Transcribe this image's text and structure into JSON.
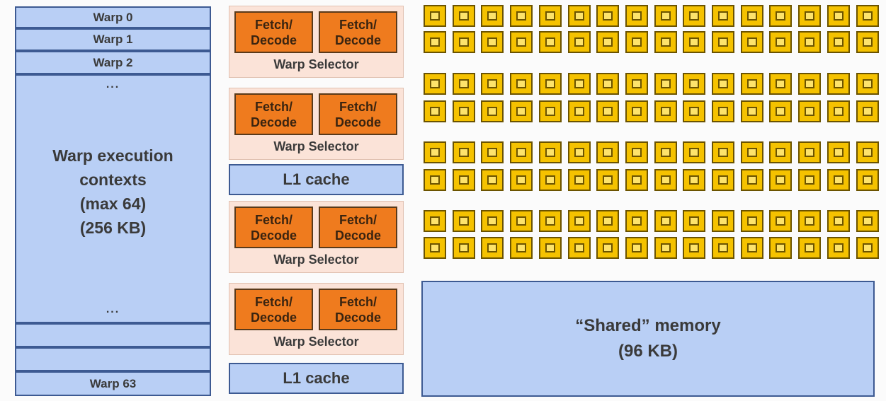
{
  "warp_contexts": {
    "top_rows": [
      "Warp 0",
      "Warp 1",
      "Warp 2"
    ],
    "dots_top": "...",
    "lines": [
      "Warp execution",
      "contexts",
      "(max 64)",
      "(256 KB)"
    ],
    "dots_bottom": "...",
    "last_row": "Warp 63"
  },
  "warp_selectors": [
    {
      "fetch_left": [
        "Fetch/",
        "Decode"
      ],
      "fetch_right": [
        "Fetch/",
        "Decode"
      ],
      "label": "Warp Selector"
    },
    {
      "fetch_left": [
        "Fetch/",
        "Decode"
      ],
      "fetch_right": [
        "Fetch/",
        "Decode"
      ],
      "label": "Warp Selector"
    },
    {
      "fetch_left": [
        "Fetch/",
        "Decode"
      ],
      "fetch_right": [
        "Fetch/",
        "Decode"
      ],
      "label": "Warp Selector"
    },
    {
      "fetch_left": [
        "Fetch/",
        "Decode"
      ],
      "fetch_right": [
        "Fetch/",
        "Decode"
      ],
      "label": "Warp Selector"
    }
  ],
  "l1_caches": [
    "L1 cache",
    "L1 cache"
  ],
  "cores": {
    "rows": 8,
    "cols": 16
  },
  "shared_memory": {
    "line1": "“Shared” memory",
    "line2": "(96 KB)"
  },
  "colors": {
    "context_blue": "#b9cff5",
    "fetch_orange": "#ef7b1e",
    "selector_bg": "#fbe3d8",
    "core_yellow": "#f5c200"
  }
}
